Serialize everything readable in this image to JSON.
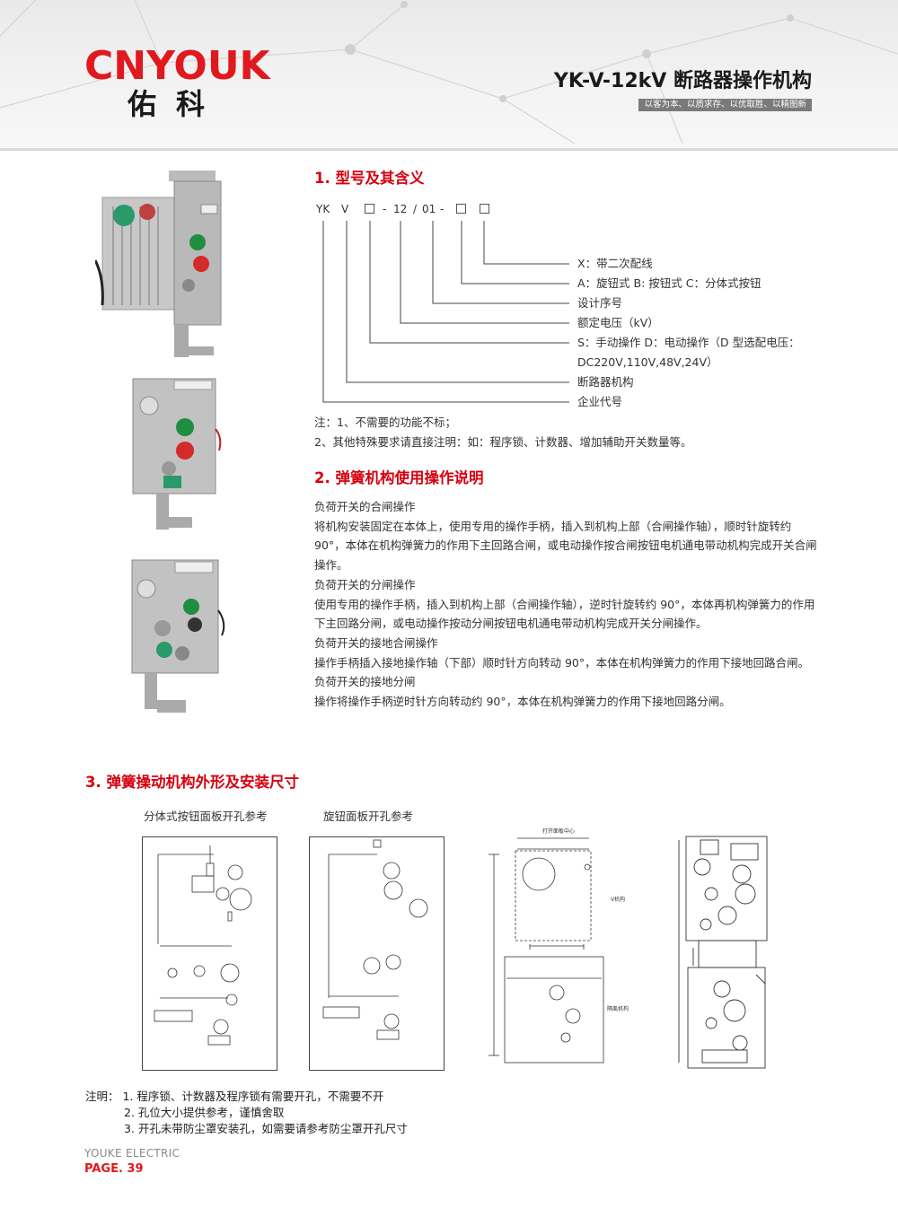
{
  "header": {
    "logo_en": "CNYOUK",
    "logo_cn": "佑科",
    "title": "YK-V-12kV 断路器操作机构",
    "slogan": "以客为本、以质求存、以优取胜、以精图新"
  },
  "section1": {
    "title": "1. 型号及其含义",
    "code": {
      "yk": "YK",
      "v": "V",
      "dash1": "-",
      "v12": "12",
      "slash": "/",
      "v01": "01",
      "dash2": "-"
    },
    "labels": [
      "X：带二次配线",
      "A：旋钮式 B: 按钮式 C：分体式按钮",
      "设计序号",
      "额定电压（kV）",
      "S：手动操作 D：电动操作（D 型选配电压：",
      "DC220V,110V,48V,24V）",
      "断路器机构",
      "企业代号"
    ],
    "notes": [
      "注：1、不需要的功能不标；",
      "2、其他特殊要求请直接注明：如：程序锁、计数器、增加辅助开关数量等。"
    ]
  },
  "section2": {
    "title": "2. 弹簧机构使用操作说明",
    "paragraphs": [
      "负荷开关的合闸操作",
      "将机构安装固定在本体上，使用专用的操作手柄，插入到机构上部（合闸操作轴），顺时针旋转约 90°，本体在机构弹簧力的作用下主回路合闸，或电动操作按合闸按钮电机通电带动机构完成开关合闸操作。",
      "负荷开关的分闸操作",
      "使用专用的操作手柄，插入到机构上部（合闸操作轴），逆时针旋转约 90°，本体再机构弹簧力的作用下主回路分闸，或电动操作按动分闸按钮电机通电带动机构完成开关分闸操作。",
      "负荷开关的接地合闸操作",
      "操作手柄插入接地操作轴（下部）顺时针方向转动 90°，本体在机构弹簧力的作用下接地回路合闸。",
      "负荷开关的接地分闸",
      "操作将操作手柄逆时针方向转动约 90°，本体在机构弹簧力的作用下接地回路分闸。"
    ]
  },
  "section3": {
    "title": "3. 弹簧操动机构外形及安装尺寸",
    "caption_left": "分体式按钮面板开孔参考",
    "caption_mid": "旋钮面板开孔参考",
    "drawing_text": {
      "top_label": "打开面板中心",
      "v_mech": "V机构",
      "isolation": "隔离机构"
    },
    "notes": [
      "注明：  1. 程序锁、计数器及程序锁有需要开孔，不需要不开",
      "2. 孔位大小提供参考，谨慎舍取",
      "3. 开孔未带防尘罩安装孔，如需要请参考防尘罩开孔尺寸"
    ]
  },
  "footer": {
    "brand": "YOUKE ELECTRIC",
    "page": "PAGE. 39"
  },
  "colors": {
    "accent_red": "#d7000f",
    "logo_red": "#e0191e"
  }
}
